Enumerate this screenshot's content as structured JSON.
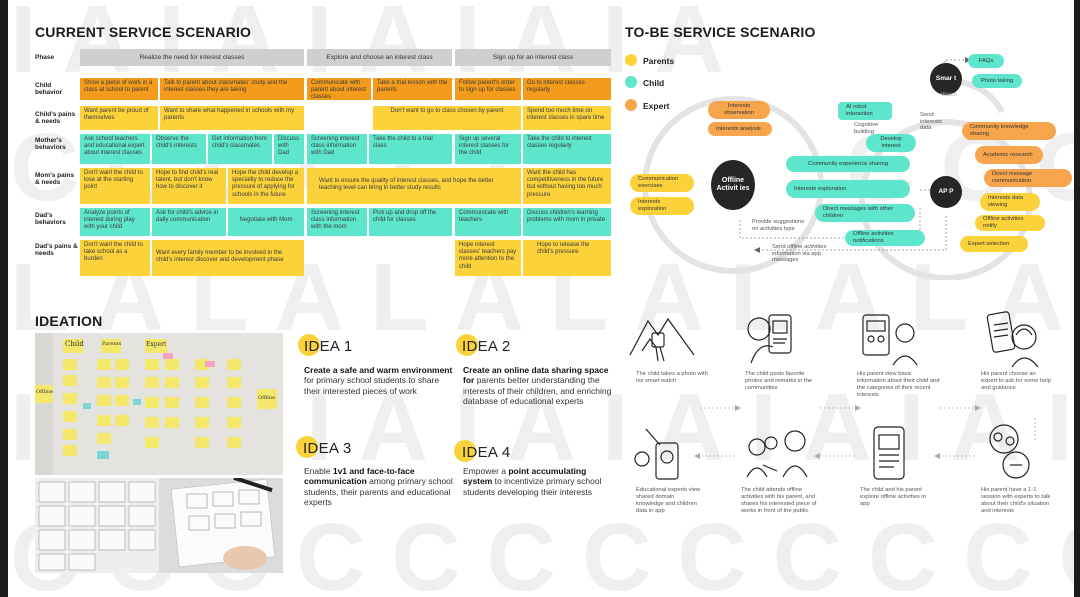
{
  "current": {
    "title": "CURRENT SERVICE SCENARIO",
    "phase_label": "Phase",
    "phases": [
      "Realize the need for interest classes",
      "Explore and choose an interest class",
      "Sign up for an interest class"
    ],
    "row_labels": [
      "Child behavior",
      "Child's pains & needs",
      "Mother's behaviors",
      "Mom's pains & needs",
      "Dad's behaviors",
      "Dad's pains & needs"
    ],
    "cells": [
      "Show a piece of work in a class at school to parent",
      "Talk to parent about classmates' study and the interest classes they are taking",
      "Communicate with parent about interest classes",
      "Take a trial lesson with the parents",
      "Follow parent's order to sign up for classes",
      "Go to interest classes regularly",
      "Want parent be proud of themselves",
      "Want to share what happened in schools with my parents",
      "Don't want to go to class chosen by parent",
      "Spend too much time on interest classes in spare time",
      "Ask school teachers and educational expert about interest classes",
      "Observe the child's interests",
      "Get information from child's classmates",
      "Discuss with Dad",
      "Screening interest class information with Dad",
      "Take the child to a trial class",
      "Sign up several interest classes for the child",
      "Take the child to interest classes regularly",
      "Don't want the child to lose at the starting point",
      "Hope to find child's real talent, but don't know how to discover it",
      "Hope the child develop a speciality to reduce the pressure of applying for schools in the future",
      "Want to ensure the quality of interest classes, and hope the better teaching level can bring in better study results",
      "Want the child has competitiveness in the future but without having too much pressure",
      "Analyze points of interest during play with your child",
      "Ask for child's advice in daily communication",
      "Negotiate with Mom",
      "Screening interest class information with the mom",
      "Pick up and drop off the child for classes",
      "Communicate with teachers",
      "Discuss children's learning problems with mom in private",
      "Don't want the child to take school as a burden",
      "Want every family member to be involved in the child's interest discover and development phase",
      "Hope interest classes' teachers pay more attention to the child",
      "Hope to release the child's pressure"
    ]
  },
  "ideation": {
    "title": "IDEATION",
    "board_labels": [
      "Child",
      "Parents",
      "Expert",
      "Offline",
      "Offline"
    ],
    "ideas": [
      {
        "title": "IDEA 1",
        "bold": "Create a safe and warm environment",
        "rest": " for  primary school students to share their interested pieces of work"
      },
      {
        "title": "IDEA 2",
        "bold": "Create an online data sharing space for",
        "rest": " parents better understanding the interests of their children, and enriching database of educational experts"
      },
      {
        "title": "IDEA 3",
        "pre": "Enable ",
        "bold": "1v1 and face-to-face communication",
        "rest": " among primary school students, their parents and educational experts"
      },
      {
        "title": "IDEA 4",
        "pre": "Empower a ",
        "bold": "point accumulating system",
        "rest": " to incentivize primary school students developing their interests"
      }
    ]
  },
  "tobe": {
    "title": "TO-BE SERVICE SCENARIO",
    "legend": [
      {
        "label": "Parents",
        "color": "#fbd23a"
      },
      {
        "label": "Child",
        "color": "#5ee6cd"
      },
      {
        "label": "Expert",
        "color": "#f7a54c"
      }
    ],
    "hubs": [
      "Offline Activit ies",
      "Smar t",
      "AP P"
    ],
    "hub_sub": "Watch",
    "pills": [
      "Interests observation",
      "Interests analysis",
      "Communication exercises",
      "Interests exploration",
      "AI robot interaction",
      "Cognitive building",
      "Develop interest",
      "Community experience sharing",
      "Interests exploration",
      "Direct messages with other children",
      "Offline activities notifications",
      "FAQs",
      "Photo taking",
      "Community knowledge sharing",
      "Academic research",
      "Direct message communication",
      "Interests data viewing",
      "Offline activities notify",
      "Expert selection"
    ],
    "notes": [
      "Send interests data",
      "Provide suggestions on activities type",
      "Send offline activities information via app messages"
    ],
    "story": [
      "The child takes a photo with his smart watch",
      "The child posts favorite photos and remarks in the communities",
      "His parent view basic information about their child and the categories of their recent interests",
      "His parent choose an expert to ask for some help and guidance",
      "Educational experts view shared domain knowledge and children data in app",
      "The child attends offline activities with his parent, and shares his interested piece of works in front of the public",
      "The child and his parent explore offline activities in app",
      "His parent have a 1-1 session with experts to talk about their child's situation and interests"
    ]
  }
}
